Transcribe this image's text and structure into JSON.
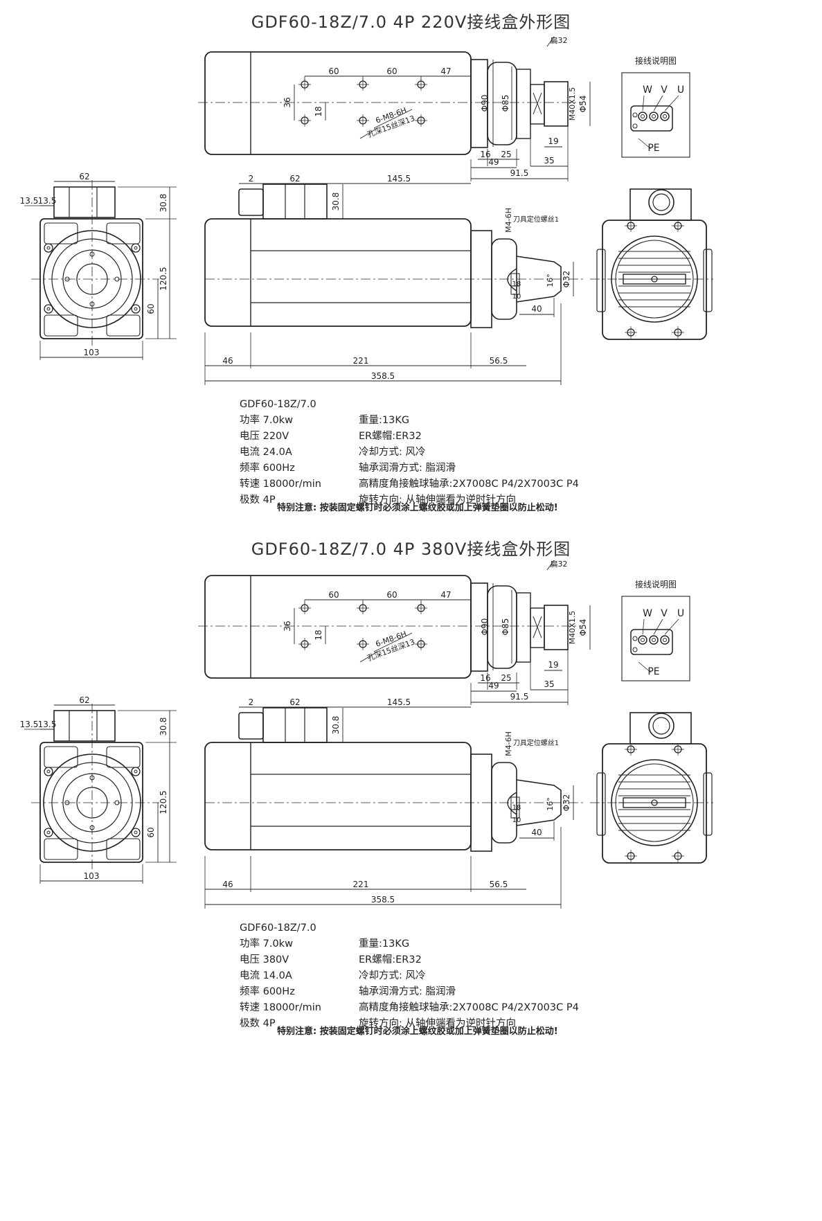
{
  "sections": [
    {
      "title": "GDF60-18Z/7.0  4P  220V接线盒外形图",
      "specs": {
        "model": "GDF60-18Z/7.0",
        "left": [
          "功率 7.0kw",
          "电压 220V",
          "电流 24.0A",
          "频率 600Hz",
          "转速 18000r/min",
          "极数 4P"
        ],
        "right": [
          "重量:13KG",
          "ER螺帽:ER32",
          "冷却方式: 风冷",
          "轴承润滑方式: 脂润滑",
          "高精度角接触球轴承:2X7008C P4/2X7003C P4",
          "旋转方向: 从轴伸端看为逆时针方向"
        ]
      },
      "note": "特别注意: 按装固定螺钉时必须涂上螺纹胶或加上弹簧垫圈以防止松动!"
    },
    {
      "title": "GDF60-18Z/7.0  4P  380V接线盒外形图",
      "specs": {
        "model": "GDF60-18Z/7.0",
        "left": [
          "功率 7.0kw",
          "电压 380V",
          "电流 14.0A",
          "频率 600Hz",
          "转速 18000r/min",
          "极数 4P"
        ],
        "right": [
          "重量:13KG",
          "ER螺帽:ER32",
          "冷却方式: 风冷",
          "轴承润滑方式: 脂润滑",
          "高精度角接触球轴承:2X7008C P4/2X7003C P4",
          "旋转方向: 从轴伸端看为逆时针方向"
        ]
      },
      "note": "特别注意: 按装固定螺钉时必须涂上螺纹胶或加上弹簧垫圈以防止松动!"
    }
  ],
  "drawing_labels": {
    "wrench": "扁32",
    "wiring_title": "接线说明图",
    "terminals": [
      "W",
      "V",
      "U"
    ],
    "pe": "PE",
    "holes": "6-M8-6H",
    "holes_depth": "孔深15丝深13",
    "tool_screw": "刀具定位螺丝1",
    "m4": "M4-6H",
    "thread": "M40X1.5",
    "dims_top": [
      "60",
      "60",
      "47",
      "36",
      "18",
      "Φ90",
      "Φ85",
      "Φ54",
      "16",
      "25",
      "49",
      "19",
      "35",
      "91.5"
    ],
    "dims_side": [
      "2",
      "62",
      "145.5",
      "30.8",
      "16°",
      "Φ32",
      "18",
      "10",
      "40",
      "46",
      "221",
      "56.5",
      "358.5"
    ],
    "dims_front": [
      "62",
      "13.5",
      "30.8",
      "120.5",
      "60",
      "103"
    ]
  }
}
